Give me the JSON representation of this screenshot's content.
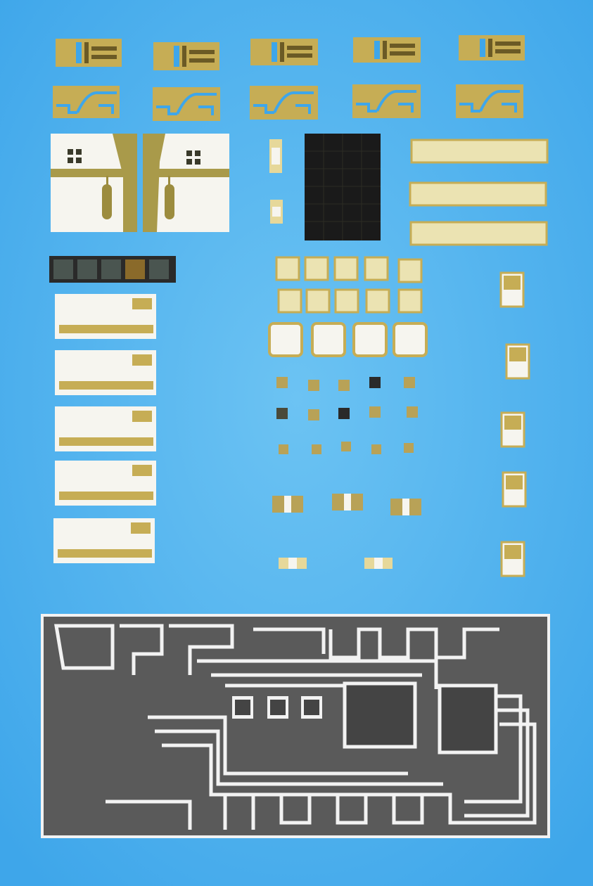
{
  "colors": {
    "background": "#3ea6ea",
    "background_highlight": "#6cc3f3",
    "gold": "#c6ad55",
    "gold_light": "#e6d89a",
    "gold_pale": "#ebe3b2",
    "ceramic": "#f6f5ef",
    "dark_chip": "#1a1a1a",
    "board_dark": "#5a5a5a",
    "trace_white": "#f2f2f2"
  },
  "components": {
    "gold_chip_rows": 2,
    "gold_chips_per_row": 5,
    "large_white_substrates": 2,
    "gold_strip_bars": 3,
    "dark_chip_array_cells": 5,
    "white_substrate_cards": 5,
    "small_pad_rows": 2,
    "small_pads_per_row": 5,
    "clip_pads": 4,
    "tiny_chips": 15,
    "side_chips": 5,
    "striped_chips": 3,
    "mini_chips": 2
  }
}
